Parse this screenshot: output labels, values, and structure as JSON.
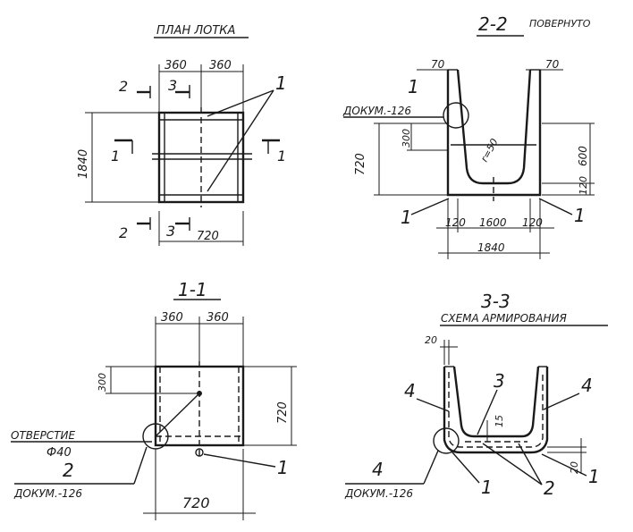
{
  "plan": {
    "title": "ПЛАН ЛОТКА",
    "dim_360a": "360",
    "dim_360b": "360",
    "dim_1840": "1840",
    "dim_720": "720",
    "sec2_top": "2",
    "sec2_bot": "2",
    "sec3_top": "3",
    "sec3_bot": "3",
    "sec1_left": "1",
    "sec1_right": "1",
    "callout_1": "1"
  },
  "section22": {
    "title": "2-2",
    "subtitle": "ПОВЕРНУТО",
    "dim_70a": "70",
    "dim_70b": "70",
    "dim_300": "300",
    "dim_720": "720",
    "dim_600": "600",
    "dim_120v": "120",
    "dim_120a": "120",
    "dim_1600": "1600",
    "dim_120b": "120",
    "dim_1840": "1840",
    "radius": "r=50",
    "callout_1top": "1",
    "doc_ref": "ДОКУМ.-126",
    "callout_1left": "1",
    "callout_1right": "1"
  },
  "section11": {
    "title": "1-1",
    "dim_360a": "360",
    "dim_360b": "360",
    "dim_300": "300",
    "dim_720v": "720",
    "dim_720h": "720",
    "hole_label": "ОТВЕРСТИЕ",
    "hole_dia": "Ф40",
    "callout_2": "2",
    "doc_ref": "ДОКУМ.-126",
    "callout_1": "1"
  },
  "section33": {
    "title": "3-3",
    "subtitle": "СХЕМА АРМИРОВАНИЯ",
    "dim_20top": "20",
    "dim_20right": "20",
    "dim_15": "15",
    "callout_4left": "4",
    "callout_4right": "4",
    "callout_3": "3",
    "callout_4bottom": "4",
    "doc_ref": "ДОКУМ.-126",
    "callout_1a": "1",
    "callout_2": "2",
    "callout_1b": "1"
  }
}
